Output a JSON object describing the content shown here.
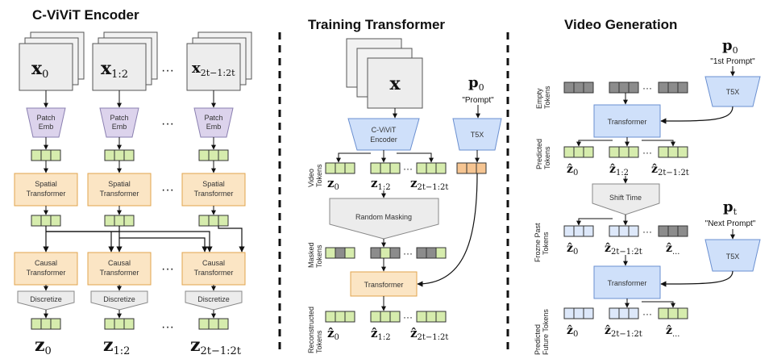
{
  "colors": {
    "purple": "#dcd3ec",
    "orange": "#fbe5c4",
    "green": "#d6ecad",
    "blue_box": "#cfe0fa",
    "blue_token": "#dde8fa",
    "gray_token": "#8c8c8c",
    "orange_token": "#f6c592",
    "gray_box": "#ececec"
  },
  "panel1": {
    "title": "C-ViViT Encoder",
    "frames": [
      "x_0",
      "x_{1:2}",
      "x_{2t-1:2t}"
    ],
    "patch_emb": [
      "Patch",
      "Emb"
    ],
    "spatial": [
      "Spatial",
      "Transformer"
    ],
    "causal": [
      "Causal",
      "Transformer"
    ],
    "discretize": "Discretize",
    "outputs": [
      "z_0",
      "z_{1:2}",
      "z_{2t-1:2t}"
    ],
    "ellipsis": "..."
  },
  "panel2": {
    "title": "Training Transformer",
    "frame": "x",
    "encoder": [
      "C-ViViT",
      "Encoder"
    ],
    "prompt_symbol": "p_0",
    "prompt_text": "\"Prompt\"",
    "t5x": "T5X",
    "video_tokens": [
      "Video",
      "Tokens"
    ],
    "token_labels": [
      "z_0",
      "z_{1:2}",
      "z_{2t-1:2t}"
    ],
    "random_masking": "Random Masking",
    "masked_tokens": [
      "Masked",
      "Tokens"
    ],
    "transformer": "Transformer",
    "reconstructed_tokens": [
      "Reconstructed",
      "Tokens"
    ],
    "recon_labels": [
      "ẑ_0",
      "ẑ_{1:2}",
      "ẑ_{2t-1:2t}"
    ]
  },
  "panel3": {
    "title": "Video Generation",
    "prompt0_symbol": "p_0",
    "prompt0_text": "\"1st Prompt\"",
    "t5x": "T5X",
    "empty_tokens": [
      "Empty",
      "Tokens"
    ],
    "transformer": "Transformer",
    "predicted_tokens": [
      "Predicted",
      "Tokens"
    ],
    "pred_labels": [
      "ẑ_0",
      "ẑ_{1:2}",
      "ẑ_{2t-1:2t}"
    ],
    "shift_time": "Shift Time",
    "promptt_symbol": "p_t",
    "promptt_text": "\"Next Prompt\"",
    "frozen_past": [
      "Frozne Past",
      "Tokens"
    ],
    "frozen_labels": [
      "ẑ_0",
      "ẑ_{2t-1:2t}",
      "ẑ_..."
    ],
    "predicted_future": [
      "Predicted",
      "Future Tokens"
    ],
    "future_labels": [
      "ẑ_0",
      "ẑ_{2t-1:2t}",
      "ẑ_..."
    ]
  }
}
